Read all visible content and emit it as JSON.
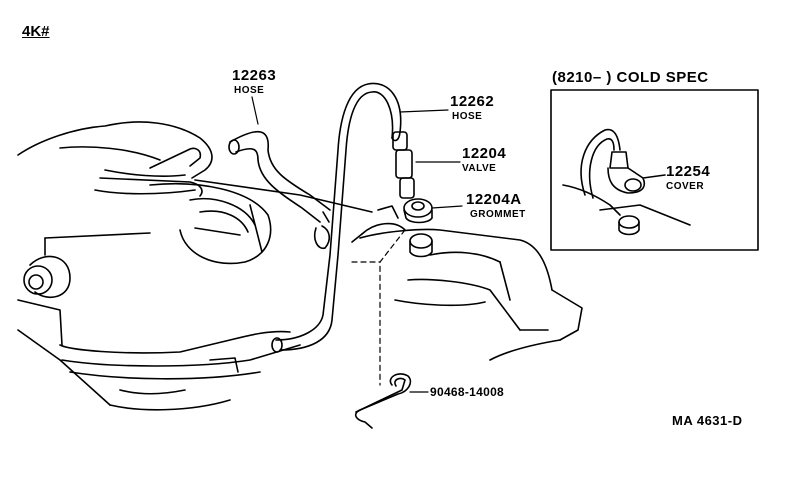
{
  "header": {
    "model": "4K#"
  },
  "parts": {
    "hose_12263": {
      "number": "12263",
      "name": "HOSE"
    },
    "hose_12262": {
      "number": "12262",
      "name": "HOSE"
    },
    "valve_12204": {
      "number": "12204",
      "name": "VALVE"
    },
    "grommet_12204a": {
      "number": "12204A",
      "name": "GROMMET"
    },
    "clip_90468": {
      "number": "90468-14008"
    }
  },
  "inset": {
    "title": "(8210–      ) COLD SPEC",
    "cover_12254": {
      "number": "12254",
      "name": "COVER"
    }
  },
  "footer": {
    "code": "MA  4631-D"
  }
}
